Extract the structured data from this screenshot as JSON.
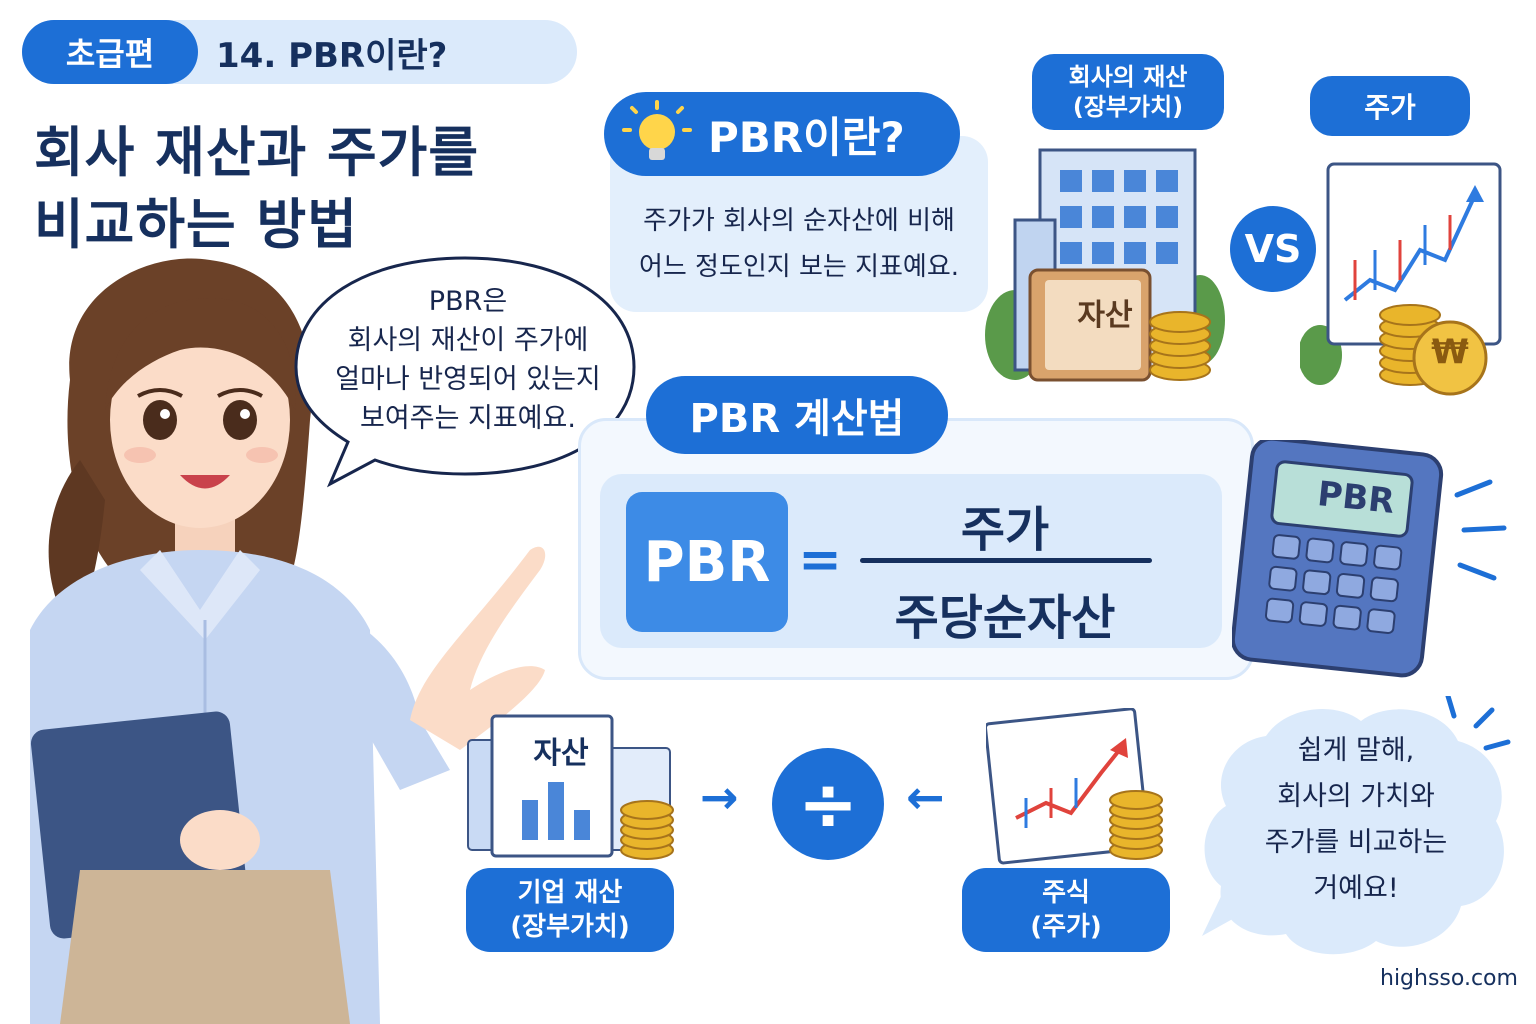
{
  "header": {
    "level": "초급편",
    "lesson": "14. PBR이란?"
  },
  "title": {
    "line1": "회사 재산과 주가를",
    "line2": "비교하는 방법"
  },
  "woman_bubble": {
    "lines": [
      "PBR은",
      "회사의 재산이 주가에",
      "얼마나 반영되어 있는지",
      "보여주는 지표예요."
    ]
  },
  "definition": {
    "title": "PBR이란?",
    "lines": [
      "주가가 회사의 순자산에 비해",
      "어느 정도인지 보는 지표예요."
    ]
  },
  "comparison": {
    "asset_label_line1": "회사의 재산",
    "asset_label_line2": "(장부가치)",
    "book_label": "자산",
    "vs": "VS",
    "price_label": "주가",
    "coin_symbol": "₩"
  },
  "formula": {
    "title": "PBR 계산법",
    "lhs": "PBR",
    "equals": "=",
    "numerator": "주가",
    "denominator": "주당순자산",
    "calculator_display": "PBR"
  },
  "flow": {
    "doc_label": "자산",
    "left_line1": "기업 재산",
    "left_line2": "(장부가치)",
    "right_line1": "주식",
    "right_line2": "(주가)",
    "divide": "÷",
    "arrow_right": "→",
    "arrow_left": "←"
  },
  "cloud": {
    "lines": [
      "쉽게 말해,",
      "회사의 가치와",
      "주가를 비교하는",
      "거예요!"
    ]
  },
  "footer": {
    "site": "highsso.com"
  },
  "colors": {
    "primary": "#1d6fd6",
    "light": "#dbeafb",
    "navy": "#16305e",
    "gold": "#e9b52b"
  }
}
